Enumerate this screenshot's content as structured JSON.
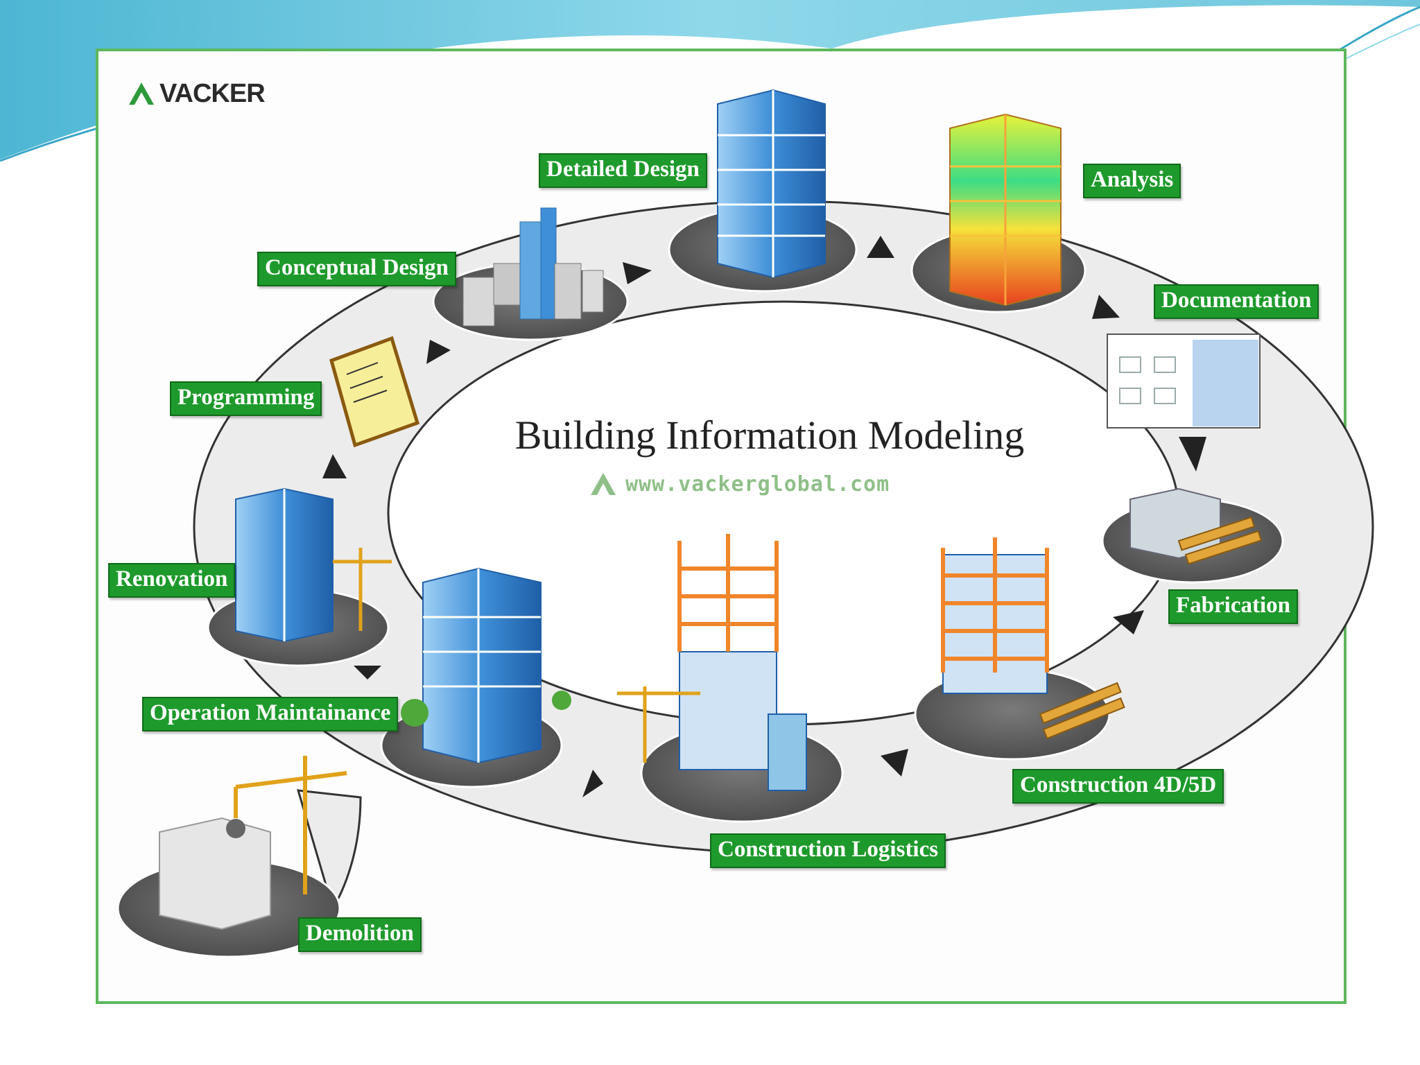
{
  "brand": {
    "name": "VACKER"
  },
  "title": "Building Information Modeling",
  "website": "www.vackerglobal.com",
  "colors": {
    "label_bg": "#1e9a2c",
    "label_text": "#ffffff",
    "frame_border": "#5cb85c",
    "ring": "#ededed",
    "slide_accent": "#7fd3e6"
  },
  "stages": [
    {
      "id": "conceptual-design",
      "label": "Conceptual Design",
      "icon": "city-towers-icon"
    },
    {
      "id": "detailed-design",
      "label": "Detailed Design",
      "icon": "glass-office-building-icon"
    },
    {
      "id": "analysis",
      "label": "Analysis",
      "icon": "heatmap-building-icon"
    },
    {
      "id": "documentation",
      "label": "Documentation",
      "icon": "drawing-sheet-icon"
    },
    {
      "id": "fabrication",
      "label": "Fabrication",
      "icon": "building-with-lumber-icon"
    },
    {
      "id": "construction-4d-5d",
      "label": "Construction 4D/5D",
      "icon": "steel-frame-building-icon"
    },
    {
      "id": "construction-logistics",
      "label": "Construction Logistics",
      "icon": "crane-site-icon"
    },
    {
      "id": "operation-maintainance",
      "label": "Operation Maintainance",
      "icon": "finished-building-icon"
    },
    {
      "id": "renovation",
      "label": "Renovation",
      "icon": "building-with-crane-icon"
    },
    {
      "id": "programming",
      "label": "Programming",
      "icon": "clipboard-checklist-icon"
    },
    {
      "id": "demolition",
      "label": "Demolition",
      "icon": "wrecking-ball-icon"
    }
  ]
}
